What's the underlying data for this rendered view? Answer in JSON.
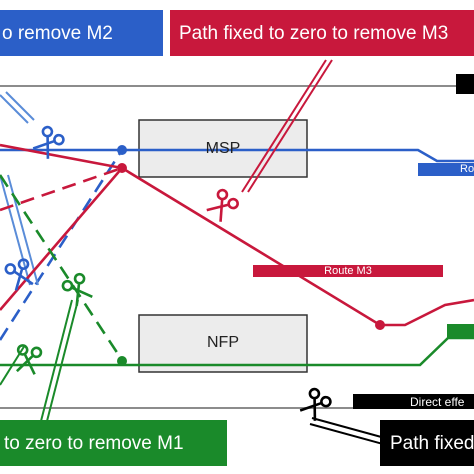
{
  "colors": {
    "blue": "#2b5fc8",
    "light_blue": "#5a8cd8",
    "red": "#c8183c",
    "green": "#1a8a2a",
    "black": "#000000",
    "gray_line": "#8c8c8c",
    "box_fill": "#ececec"
  },
  "callouts": {
    "remove_m2": "o remove M2",
    "path_fixed_m3": "Path fixed to zero to remove M3",
    "remove_m1": "to zero to remove M1",
    "path_fixed_direct": "Path fixed"
  },
  "boxes": {
    "msp": "MSP",
    "nfp": "NFP"
  },
  "bars": {
    "route_m3": "Route M3",
    "route_blue_partial": "Ro",
    "direct_effect_partial": "Direct effe"
  },
  "icons": [
    "scissors-icon"
  ]
}
